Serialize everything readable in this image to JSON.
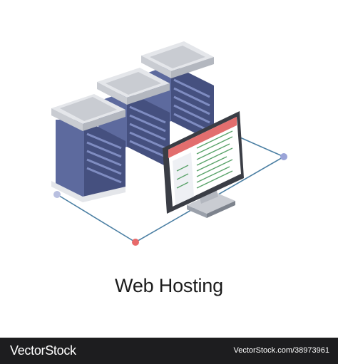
{
  "illustration": {
    "caption": "Web Hosting",
    "colors": {
      "server_top": "#c9ccd2",
      "server_top_light": "#e4e6ea",
      "server_body": "#5d6a9e",
      "server_body_dark": "#45507f",
      "server_slot": "#7f8cc1",
      "cable": "#4b7fa3",
      "node_red": "#e86a6a",
      "node_blue": "#9aa4d8",
      "monitor_frame": "#3a3d45",
      "screen_header": "#e26e6e",
      "screen_text": "#5aa36a"
    },
    "icons": [
      "server-rack-icon",
      "monitor-icon",
      "network-node-icon"
    ]
  },
  "footer": {
    "brand": "VectorStock",
    "image_id": "VectorStock.com/38973961"
  }
}
